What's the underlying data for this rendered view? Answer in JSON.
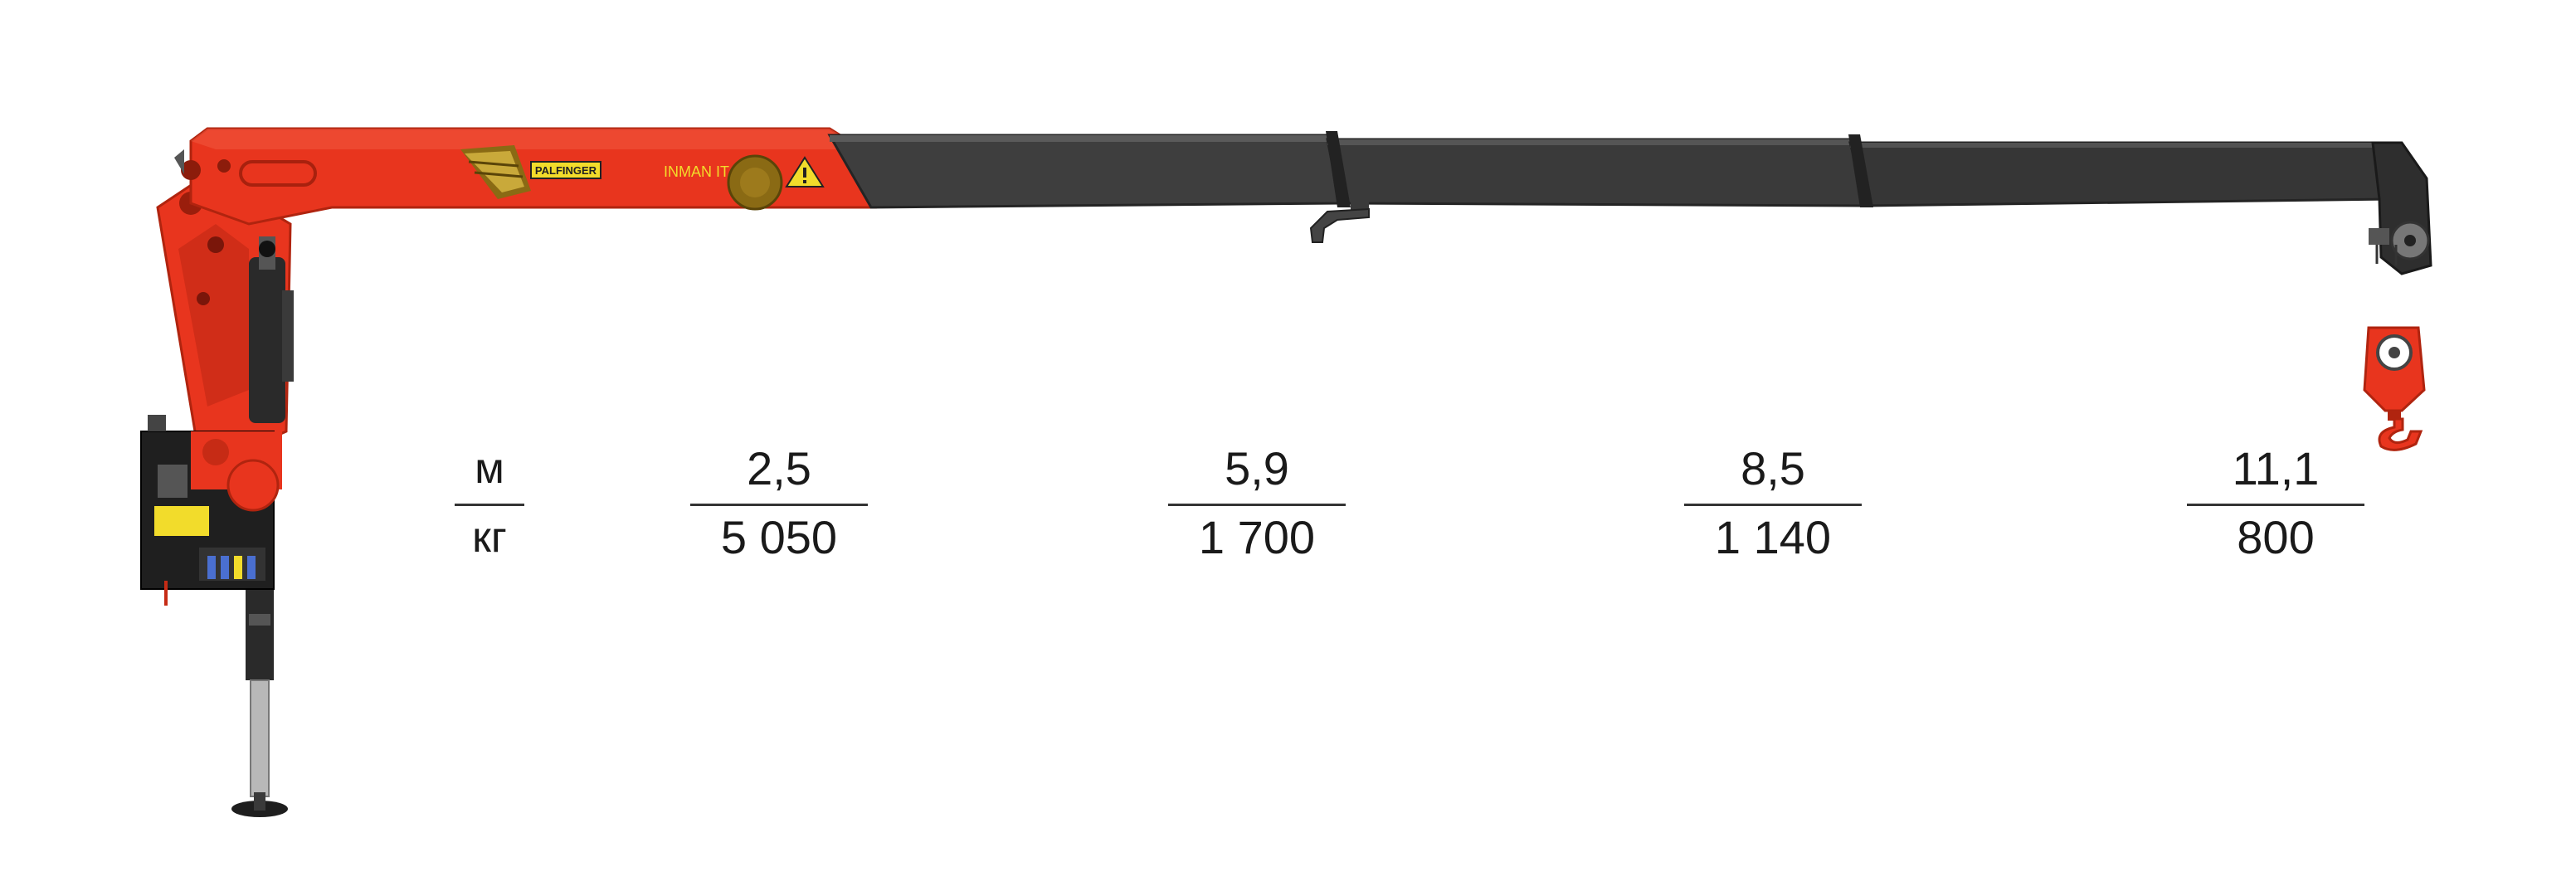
{
  "colors": {
    "boom_red": "#e8351e",
    "boom_red_dark": "#b0240f",
    "extension_gray": "#3e3e3e",
    "extension_dark": "#242424",
    "decal_yellow": "#f2dc2b",
    "decal_olive": "#8a6a14",
    "text": "#1a1a1a"
  },
  "branding": {
    "brand": "PALFINGER",
    "model": "INMAN  IT 120"
  },
  "units": {
    "reach_unit": "м",
    "load_unit": "кг"
  },
  "chart_data": {
    "type": "table",
    "title": "",
    "columns": [
      {
        "reach": "2,5",
        "load": "5 050"
      },
      {
        "reach": "5,9",
        "load": "1 700"
      },
      {
        "reach": "8,5",
        "load": "1 140"
      },
      {
        "reach": "11,1",
        "load": "800"
      }
    ]
  }
}
